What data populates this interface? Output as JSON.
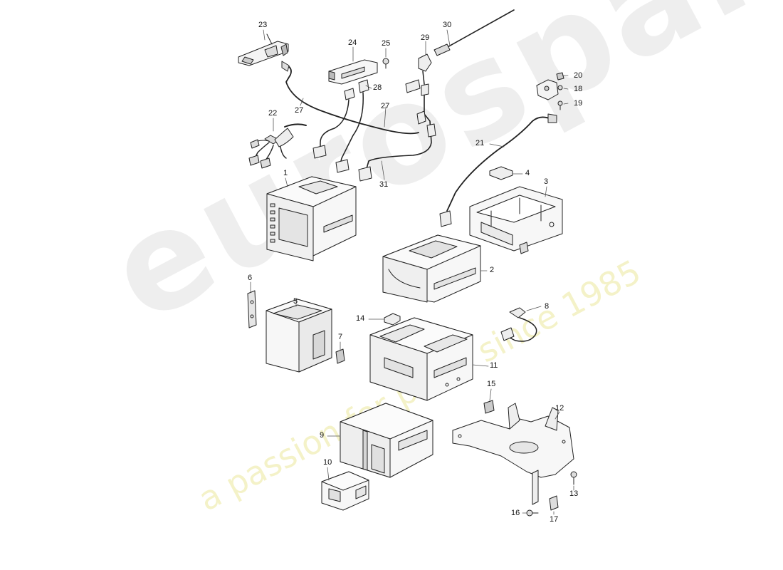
{
  "watermark": {
    "brand": "eurospares",
    "tagline": "a passion for parts since 1985"
  },
  "callouts": [
    {
      "id": "1",
      "label": "1"
    },
    {
      "id": "2",
      "label": "2"
    },
    {
      "id": "3",
      "label": "3"
    },
    {
      "id": "4",
      "label": "4"
    },
    {
      "id": "5",
      "label": "5"
    },
    {
      "id": "6",
      "label": "6"
    },
    {
      "id": "7",
      "label": "7"
    },
    {
      "id": "8",
      "label": "8"
    },
    {
      "id": "9",
      "label": "9"
    },
    {
      "id": "10",
      "label": "10"
    },
    {
      "id": "11",
      "label": "11"
    },
    {
      "id": "12",
      "label": "12"
    },
    {
      "id": "13",
      "label": "13"
    },
    {
      "id": "14",
      "label": "14"
    },
    {
      "id": "15",
      "label": "15"
    },
    {
      "id": "16",
      "label": "16"
    },
    {
      "id": "17",
      "label": "17"
    },
    {
      "id": "18",
      "label": "18"
    },
    {
      "id": "19",
      "label": "19"
    },
    {
      "id": "20",
      "label": "20"
    },
    {
      "id": "21",
      "label": "21"
    },
    {
      "id": "22",
      "label": "22"
    },
    {
      "id": "23",
      "label": "23"
    },
    {
      "id": "24",
      "label": "24"
    },
    {
      "id": "25",
      "label": "25"
    },
    {
      "id": "27a",
      "label": "27"
    },
    {
      "id": "27b",
      "label": "27"
    },
    {
      "id": "28",
      "label": "28"
    },
    {
      "id": "29",
      "label": "29"
    },
    {
      "id": "30",
      "label": "30"
    },
    {
      "id": "31",
      "label": "31"
    }
  ]
}
